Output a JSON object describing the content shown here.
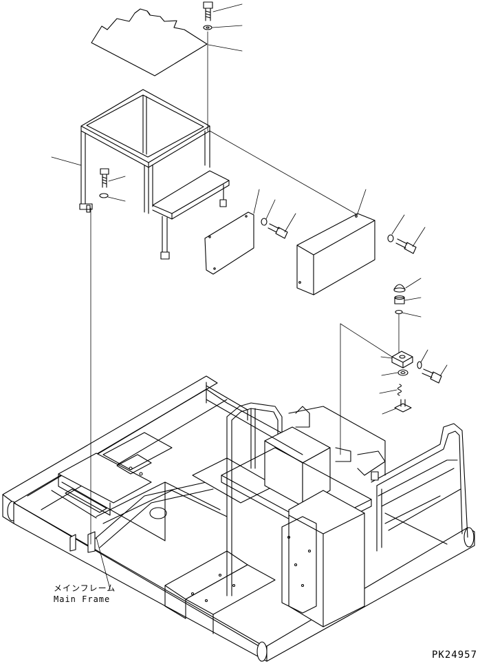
{
  "callouts": {
    "main_frame_jp": "メインフレーム",
    "main_frame_en": "Main Frame"
  },
  "drawing_code": "PK24957"
}
